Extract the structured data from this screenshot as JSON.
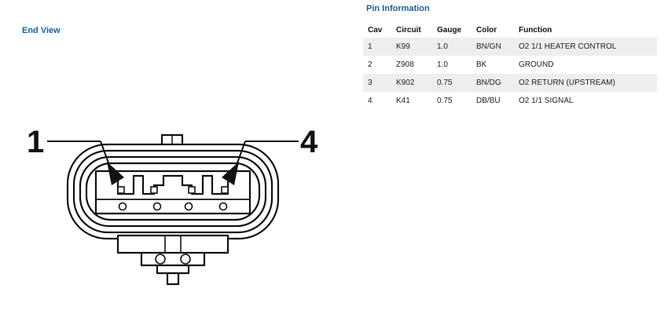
{
  "end_view": {
    "title": "End View",
    "callouts": [
      "1",
      "4"
    ]
  },
  "pin_info": {
    "title": "Pin Information",
    "columns": {
      "cav": "Cav",
      "circuit": "Circuit",
      "gauge": "Gauge",
      "color": "Color",
      "function": "Function"
    },
    "rows": [
      {
        "cav": "1",
        "circuit": "K99",
        "gauge": "1.0",
        "color": "BN/GN",
        "function": "O2 1/1 HEATER CONTROL"
      },
      {
        "cav": "2",
        "circuit": "Z908",
        "gauge": "1.0",
        "color": "BK",
        "function": "GROUND"
      },
      {
        "cav": "3",
        "circuit": "K902",
        "gauge": "0.75",
        "color": "BN/DG",
        "function": "O2 RETURN (UPSTREAM)"
      },
      {
        "cav": "4",
        "circuit": "K41",
        "gauge": "0.75",
        "color": "DB/BU",
        "function": "O2 1/1 SIGNAL"
      }
    ]
  }
}
